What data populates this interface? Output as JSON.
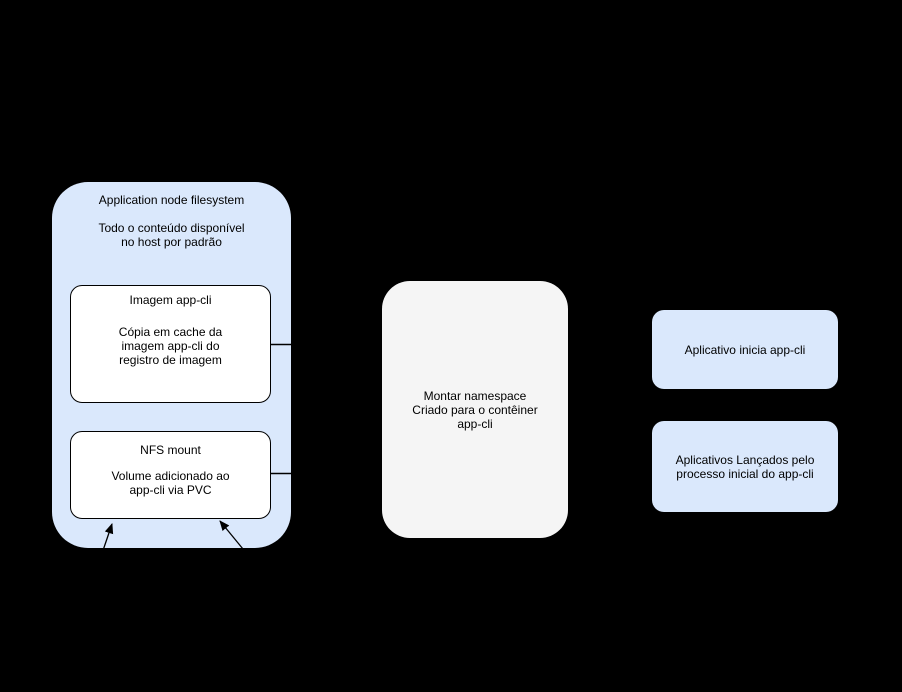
{
  "diagram": {
    "colors": {
      "background": "#000000",
      "light_blue": "#dae8fc",
      "light_gray": "#f5f5f5",
      "white": "#ffffff",
      "box_border": "#000000",
      "line": "#000000",
      "text": "#000000"
    },
    "node_fs": {
      "title": "Application node filesystem",
      "lines": [
        "Todo o conteúdo disponível",
        "no host por padrão"
      ]
    },
    "image_box": {
      "title": "Imagem app-cli",
      "lines": [
        "Cópia em cache da",
        "imagem app-cli do",
        "registro de imagem"
      ]
    },
    "nfs_box": {
      "title": "NFS mount",
      "lines": [
        "Volume adicionado ao",
        "app-cli via PVC"
      ]
    },
    "namespace_box": {
      "lines": [
        "Montar namespace",
        "Criado para o contêiner",
        "app-cli"
      ]
    },
    "app_start_box": {
      "label": "Aplicativo inicia app-cli"
    },
    "apps_launched_box": {
      "lines": [
        "Aplicativos Lançados pelo",
        "processo inicial do app-cli"
      ]
    }
  }
}
